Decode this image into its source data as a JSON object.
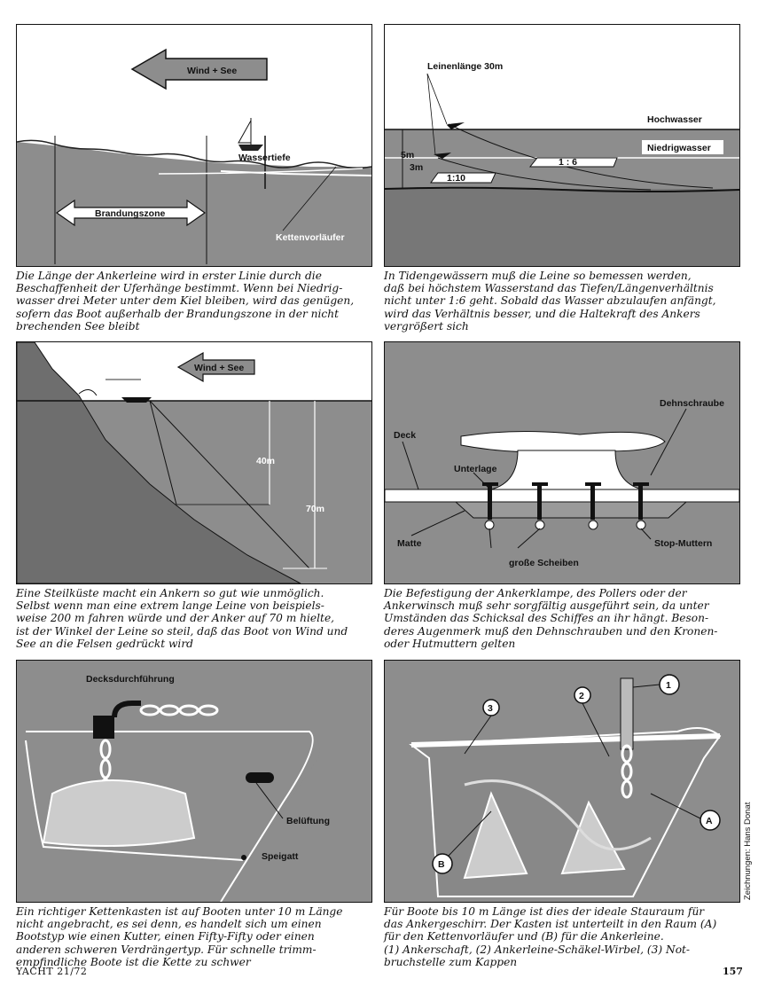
{
  "panels": [
    {
      "labels": [
        "Wind + See",
        "Wassertiefe",
        "Brandungszone",
        "Kettenvorläufer"
      ],
      "caption": [
        "Die Länge der Ankerleine wird in erster Linie durch die",
        "Beschaffenheit der Uferhänge bestimmt. Wenn bei Niedrig-",
        "wasser drei Meter unter dem Kiel bleiben, wird das genügen,",
        "sofern das Boot außerhalb der Brandungszone in der nicht",
        "brechenden See bleibt"
      ]
    },
    {
      "labels": [
        "Leinenlänge  30m",
        "Hochwasser",
        "Niedrigwasser",
        "5m",
        "3m",
        "1 : 6",
        "1:10"
      ],
      "caption": [
        "In Tidengewässern muß die Leine so bemessen werden,",
        "daß bei höchstem Wasserstand das Tiefen/Längenverhältnis",
        "nicht unter 1:6 geht. Sobald das Wasser abzulaufen anfängt,",
        "wird das Verhältnis besser, und die Haltekraft des Ankers",
        "vergrößert sich"
      ]
    },
    {
      "labels": [
        "Wind + See",
        "40m",
        "70m"
      ],
      "caption": [
        "Eine Steilküste macht ein Ankern so gut wie unmöglich.",
        "Selbst wenn man eine extrem lange Leine von beispiels-",
        "weise 200 m fahren würde und der Anker auf 70 m hielte,",
        "ist der Winkel der Leine so steil, daß das Boot von Wind und",
        "See an die Felsen gedrückt wird"
      ]
    },
    {
      "labels": [
        "Dehnschraube",
        "Deck",
        "Unterlage",
        "Matte",
        "große Scheiben",
        "Stop-Muttern"
      ],
      "caption": [
        "Die Befestigung der Ankerklampe, des Pollers oder der",
        "Ankerwinsch muß sehr sorgfältig ausgeführt sein, da unter",
        "Umständen das Schicksal des Schiffes an ihr hängt. Beson-",
        "deres Augenmerk muß den Dehnschrauben und den Kronen-",
        "oder Hutmuttern gelten"
      ]
    },
    {
      "labels": [
        "Decksdurchführung",
        "Belüftung",
        "Speigatt"
      ],
      "caption": [
        "Ein richtiger Kettenkasten ist auf Booten unter 10 m Länge",
        "nicht angebracht, es sei denn, es handelt sich um einen",
        "Bootstyp wie einen Kutter, einen Fifty-Fifty oder einen",
        "anderen schweren Verdrängertyp. Für schnelle trimm-",
        "empfindliche Boote ist die Kette zu schwer"
      ]
    },
    {
      "labels": [
        "1",
        "2",
        "3",
        "A",
        "B"
      ],
      "caption": [
        "Für Boote bis 10 m Länge ist dies der ideale Stauraum für",
        "das Ankergeschirr. Der Kasten ist unterteilt in den Raum (A)",
        "für den Kettenvorläufer und (B) für die Ankerleine.",
        "(1) Ankerschaft, (2) Ankerleine-Schäkel-Wirbel, (3) Not-",
        "bruchstelle zum Kappen"
      ]
    }
  ],
  "credit": "Zeichnungen: Hans Donat",
  "footer": {
    "magazine": "YACHT 21/72",
    "page_number": "157"
  },
  "colors": {
    "water": "#8d8d8d",
    "seabed": "#6e6e6e",
    "ink": "#111111"
  }
}
